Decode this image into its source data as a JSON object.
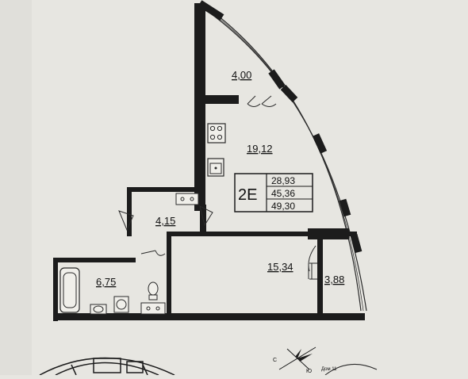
{
  "plan": {
    "rooms": [
      {
        "id": "balcony-top",
        "area": "4,00"
      },
      {
        "id": "kitchen-living",
        "area": "19,12"
      },
      {
        "id": "hall",
        "area": "4,15"
      },
      {
        "id": "bathroom",
        "area": "6,75"
      },
      {
        "id": "bedroom",
        "area": "15,34"
      },
      {
        "id": "balcony-side",
        "area": "3,88"
      }
    ],
    "unit_code": "2E",
    "totals": [
      "28,93",
      "45,36",
      "49,30"
    ]
  },
  "footer": {
    "house_label": "Дом 11",
    "compass_labels": [
      "С",
      "Ю"
    ]
  },
  "colors": {
    "paper": "#e7e6e1",
    "wall": "#1c1c1c",
    "line": "#2a2a2a"
  }
}
